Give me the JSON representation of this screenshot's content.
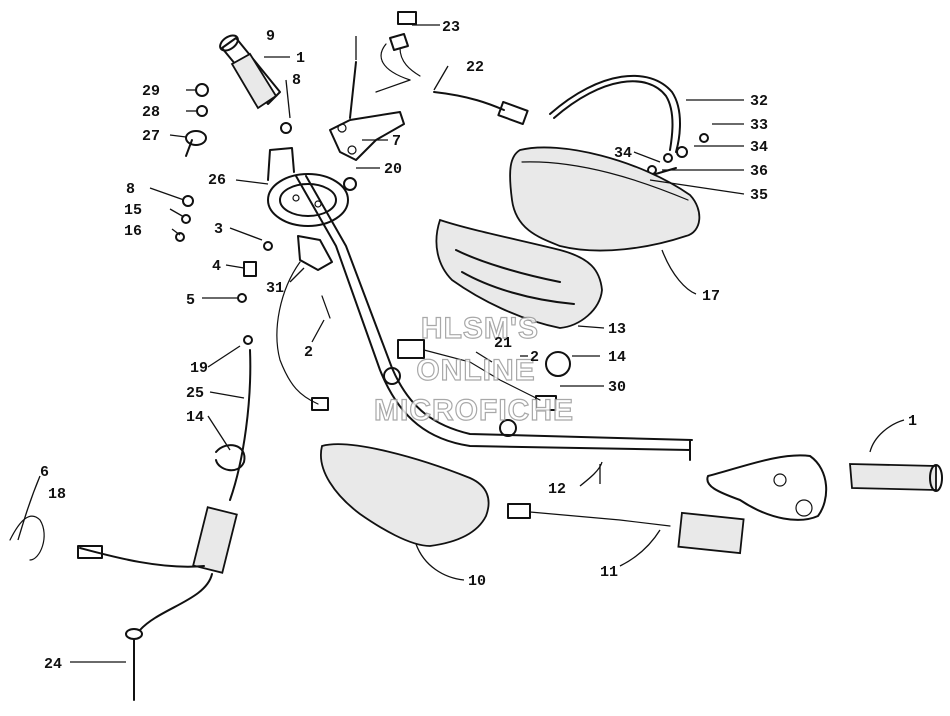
{
  "diagram": {
    "watermark": [
      "HLSM'S",
      "ONLINE",
      "MICROFICHE"
    ],
    "callouts": [
      {
        "id": "c1a",
        "text": "1"
      },
      {
        "id": "c9",
        "text": "9"
      },
      {
        "id": "c23",
        "text": "23"
      },
      {
        "id": "c8a",
        "text": "8"
      },
      {
        "id": "c22",
        "text": "22"
      },
      {
        "id": "c29",
        "text": "29"
      },
      {
        "id": "c28",
        "text": "28"
      },
      {
        "id": "c27",
        "text": "27"
      },
      {
        "id": "c7",
        "text": "7"
      },
      {
        "id": "c32",
        "text": "32"
      },
      {
        "id": "c33",
        "text": "33"
      },
      {
        "id": "c34a",
        "text": "34"
      },
      {
        "id": "c34b",
        "text": "34"
      },
      {
        "id": "c36",
        "text": "36"
      },
      {
        "id": "c35",
        "text": "35"
      },
      {
        "id": "c26",
        "text": "26"
      },
      {
        "id": "c20",
        "text": "20"
      },
      {
        "id": "c8b",
        "text": "8"
      },
      {
        "id": "c15",
        "text": "15"
      },
      {
        "id": "c16",
        "text": "16"
      },
      {
        "id": "c3",
        "text": "3"
      },
      {
        "id": "c17",
        "text": "17"
      },
      {
        "id": "c4",
        "text": "4"
      },
      {
        "id": "c31",
        "text": "31"
      },
      {
        "id": "c5",
        "text": "5"
      },
      {
        "id": "c13",
        "text": "13"
      },
      {
        "id": "c2a",
        "text": "2"
      },
      {
        "id": "c21",
        "text": "21"
      },
      {
        "id": "c2b",
        "text": "2"
      },
      {
        "id": "c14a",
        "text": "14"
      },
      {
        "id": "c19",
        "text": "19"
      },
      {
        "id": "c30",
        "text": "30"
      },
      {
        "id": "c25",
        "text": "25"
      },
      {
        "id": "c14b",
        "text": "14"
      },
      {
        "id": "c1b",
        "text": "1"
      },
      {
        "id": "c6",
        "text": "6"
      },
      {
        "id": "c18",
        "text": "18"
      },
      {
        "id": "c12",
        "text": "12"
      },
      {
        "id": "c10",
        "text": "10"
      },
      {
        "id": "c11",
        "text": "11"
      },
      {
        "id": "c24",
        "text": "24"
      }
    ]
  }
}
